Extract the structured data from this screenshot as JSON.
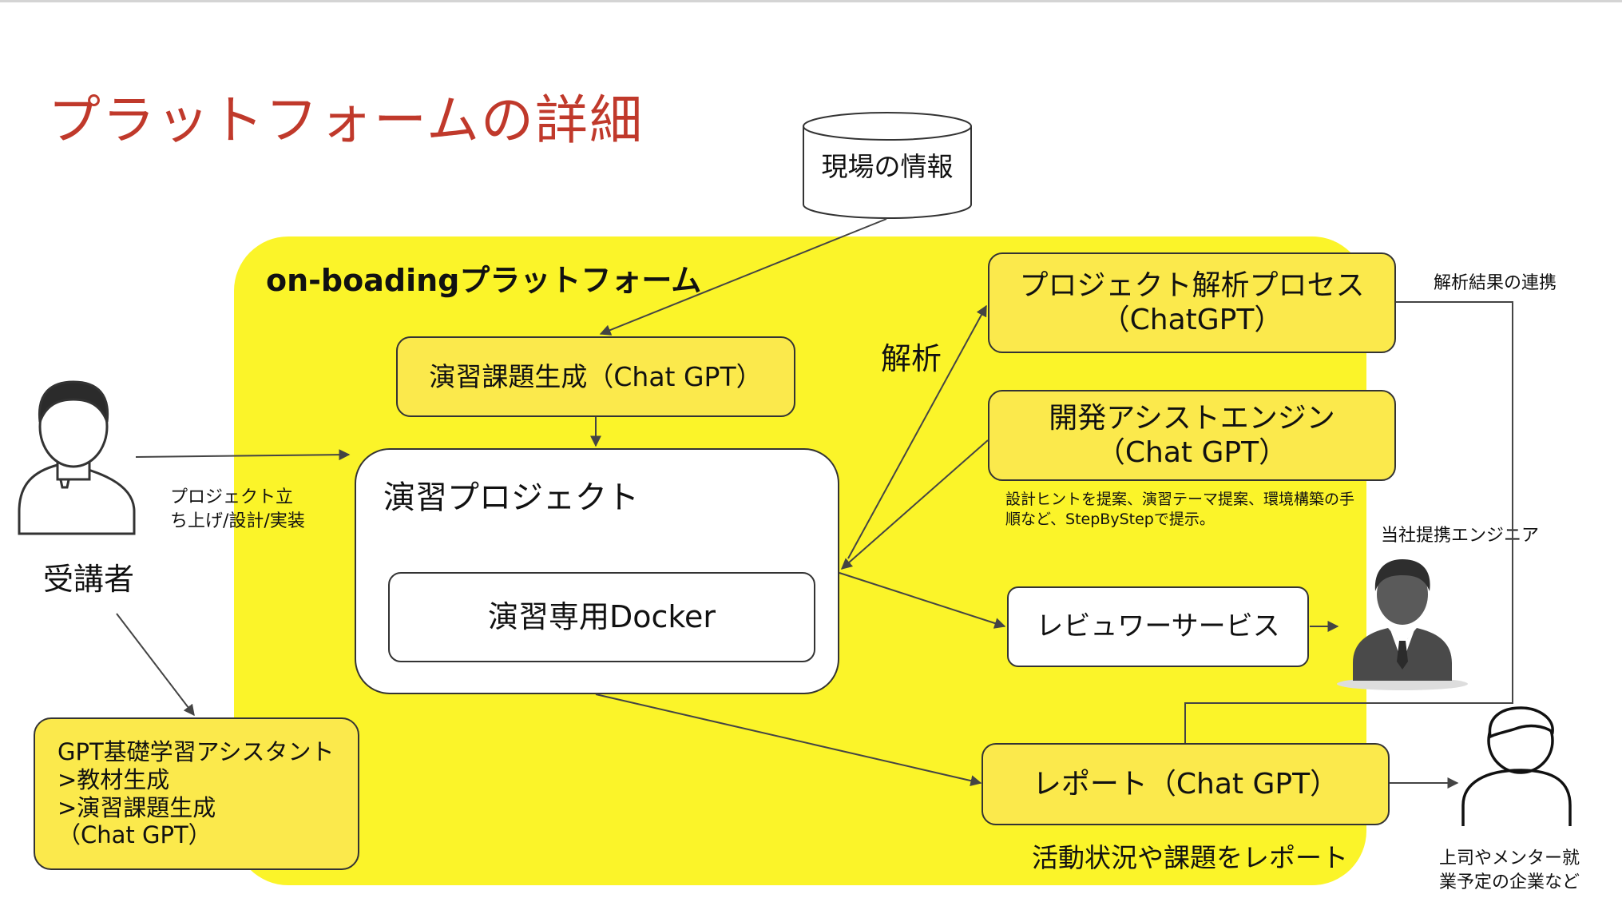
{
  "title": "プラットフォームの詳細",
  "platform": {
    "label": "on-boadingプラットフォーム"
  },
  "database": {
    "label": "現場の情報"
  },
  "nodes": {
    "exercise_generation": "演習課題生成（Chat GPT）",
    "exercise_project": "演習プロジェクト",
    "docker": "演習専用Docker",
    "analysis_process": [
      "プロジェクト解析プロセス",
      "（ChatGPT）"
    ],
    "dev_assist": [
      "開発アシストエンジン",
      "（Chat GPT）"
    ],
    "reviewer": "レビュワーサービス",
    "report": "レポート（Chat GPT）",
    "gpt_assistant": [
      "GPT基礎学習アシスタント",
      ">教材生成",
      ">演習課題生成",
      "（Chat GPT）"
    ]
  },
  "labels": {
    "learner": "受講者",
    "project_setup": [
      "プロジェクト立",
      "ち上げ/設計/実装"
    ],
    "analysis": "解析",
    "dev_assist_desc": [
      "設計ヒントを提案、演習テーマ提案、環境構築の手",
      "順など、StepByStepで提示。"
    ],
    "partner_engineer": "当社提携エンジニア",
    "analysis_result_link": "解析結果の連携",
    "report_desc": "活動状況や課題をレポート",
    "stakeholders": [
      "上司やメンター就",
      "業予定の企業など"
    ]
  },
  "icons": {
    "learner": "person-icon",
    "engineer": "businessman-icon",
    "stakeholder": "person-outline-icon"
  },
  "colors": {
    "title": "#c0392b",
    "platform_bg": "#fbf429",
    "node_yellow": "#fbe94c",
    "stroke": "#333333"
  }
}
